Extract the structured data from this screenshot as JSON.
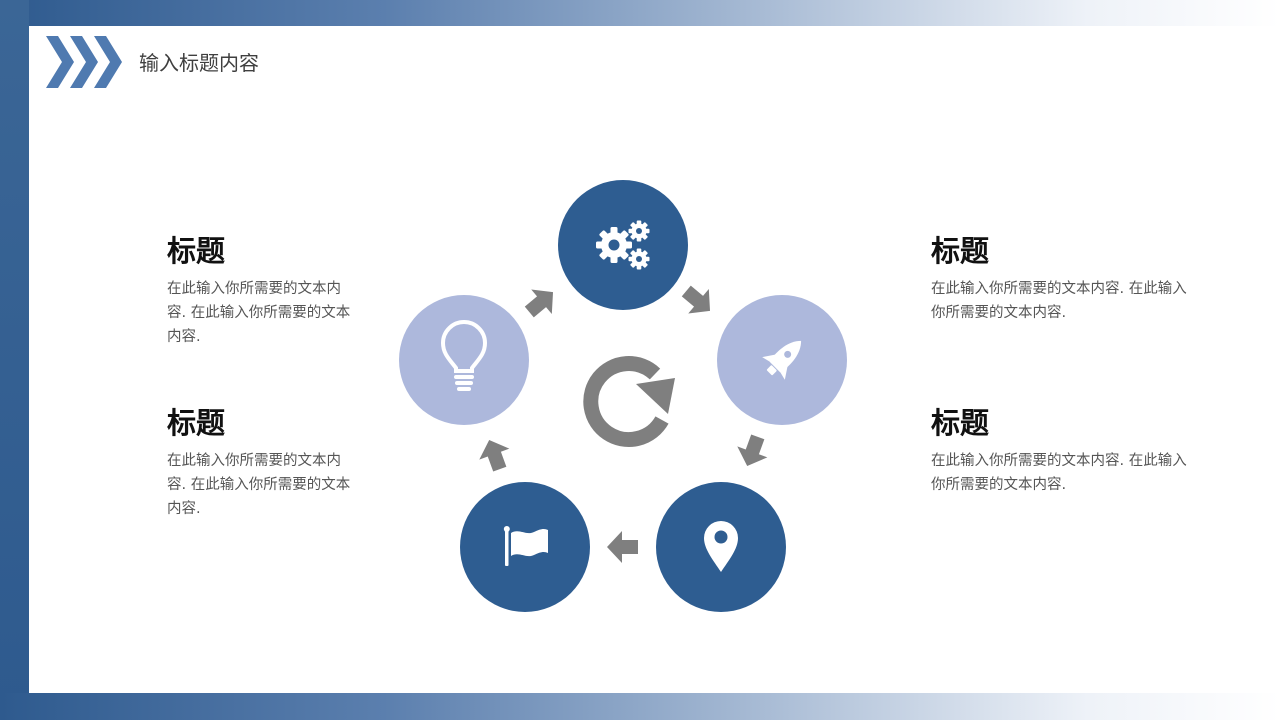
{
  "header": {
    "title": "输入标题内容"
  },
  "blocks": [
    {
      "title": "标题",
      "body": "在此输入你所需要的文本内容. 在此输入你所需要的文本内容."
    },
    {
      "title": "标题",
      "body": "在此输入你所需要的文本内容. 在此输入你所需要的文本内容."
    },
    {
      "title": "标题",
      "body": "在此输入你所需要的文本内容. 在此输入你所需要的文本内容."
    },
    {
      "title": "标题",
      "body": "在此输入你所需要的文本内容. 在此输入你所需要的文本内容."
    }
  ],
  "cycle": {
    "nodes": [
      {
        "icon": "gears-icon",
        "color": "#2e5d91"
      },
      {
        "icon": "rocket-icon",
        "color": "#adb8dc"
      },
      {
        "icon": "map-pin-icon",
        "color": "#2e5d91"
      },
      {
        "icon": "flag-icon",
        "color": "#2e5d91"
      },
      {
        "icon": "lightbulb-icon",
        "color": "#adb8dc"
      }
    ],
    "arrow_color": "#7f7f7f",
    "center_icon": "refresh-icon"
  },
  "colors": {
    "primary": "#2e5d91",
    "secondary": "#adb8dc",
    "arrow": "#7f7f7f"
  }
}
